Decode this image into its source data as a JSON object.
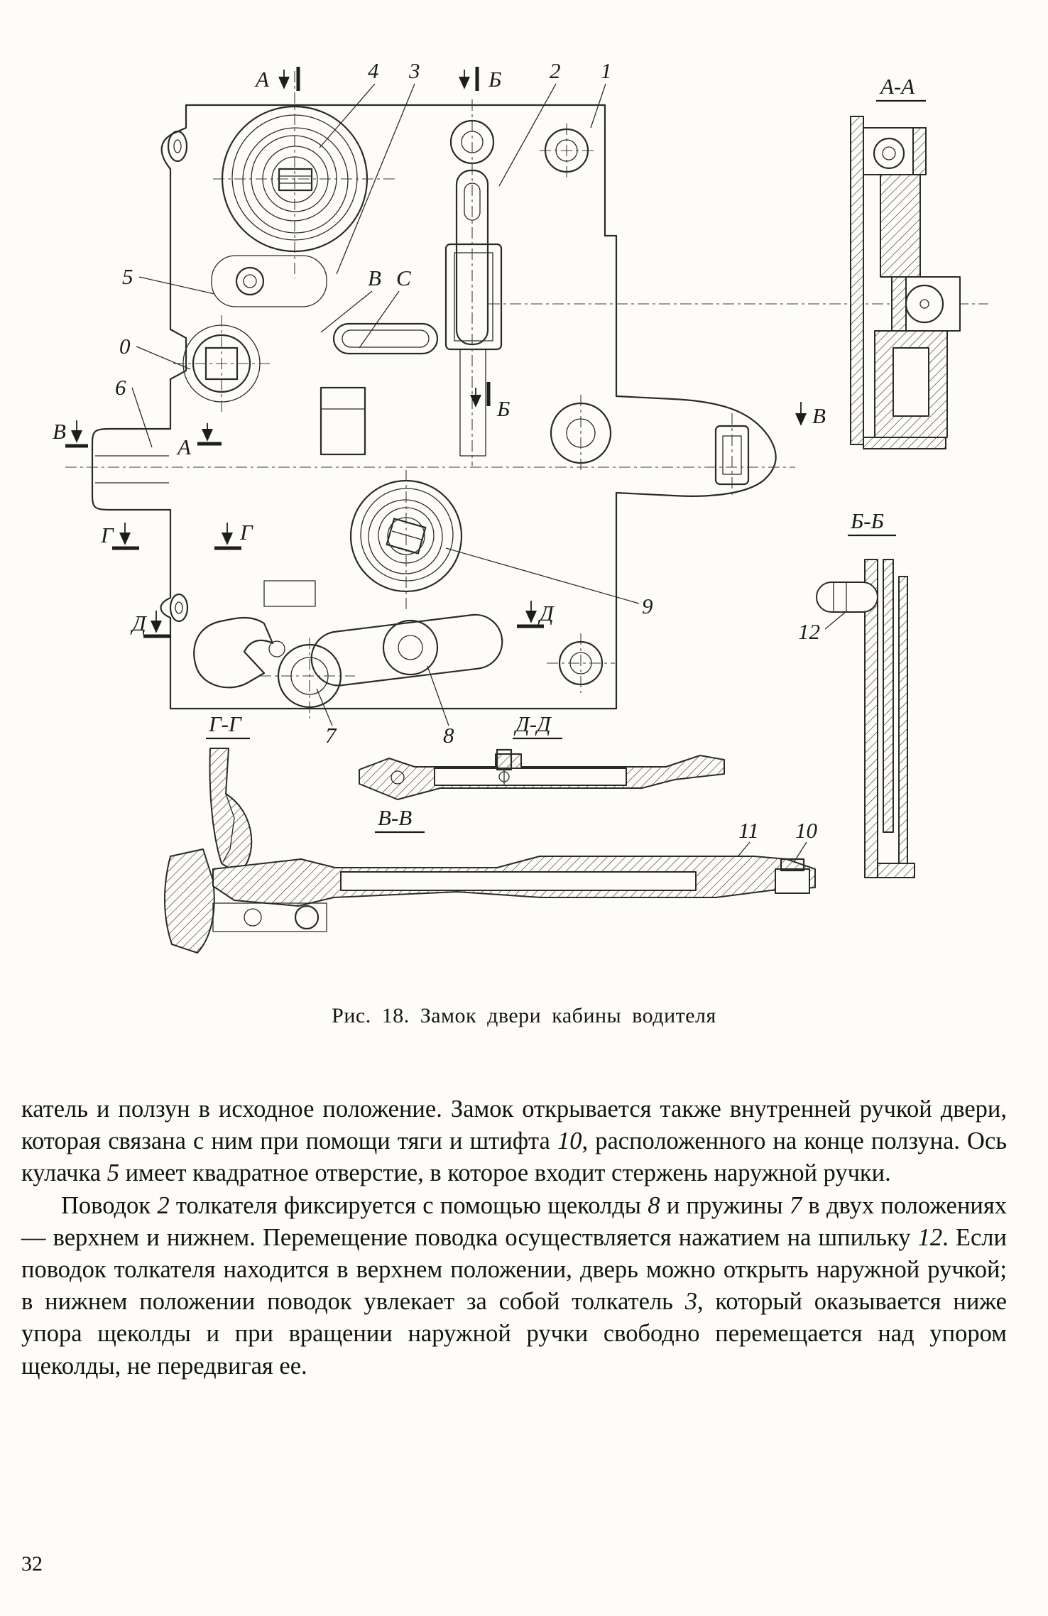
{
  "page_number": "32",
  "figure": {
    "caption": "Рис. 18. Замок двери кабины водителя",
    "section_labels": {
      "aa": "А-А",
      "bb": "Б-Б",
      "vv": "В-В",
      "gg": "Г-Г",
      "dd": "Д-Д"
    },
    "cut_marks": {
      "a_top": "А",
      "a_mid": "А",
      "b_top": "Б",
      "b_mid": "Б",
      "v_left": "В",
      "v_right": "В",
      "g_left": "Г",
      "g_mid": "Г",
      "d_left": "Д",
      "d_mid": "Д"
    },
    "point_labels": {
      "v": "В",
      "c": "С"
    },
    "callouts": {
      "n0": "0",
      "n1": "1",
      "n2": "2",
      "n3": "3",
      "n4": "4",
      "n5": "5",
      "n6": "6",
      "n7": "7",
      "n8": "8",
      "n9": "9",
      "n10": "10",
      "n11": "11",
      "n12": "12"
    }
  },
  "body": {
    "paragraphs": [
      "катель и ползун в исходное положение. Замок открывается также внутренней ручкой двери, которая связана с ним при помощи тяги и штифта 10, расположенного на конце ползуна. Ось кулачка 5 имеет квадратное отверстие, в которое входит стержень наружной ручки.",
      "Поводок 2 толкателя фиксируется с помощью щеколды 8 и пружины 7 в двух положениях — верхнем и нижнем. Перемещение поводка осуществляется нажатием на шпильку 12. Если поводок толкателя находится в верхнем положении, дверь можно открыть наружной ручкой; в нижнем положении поводок увлекает за собой толкатель 3, который оказывается ниже упора щеколды и при вращении наружной ручки свободно перемещается над упором щеколды, не передвигая ее."
    ]
  }
}
